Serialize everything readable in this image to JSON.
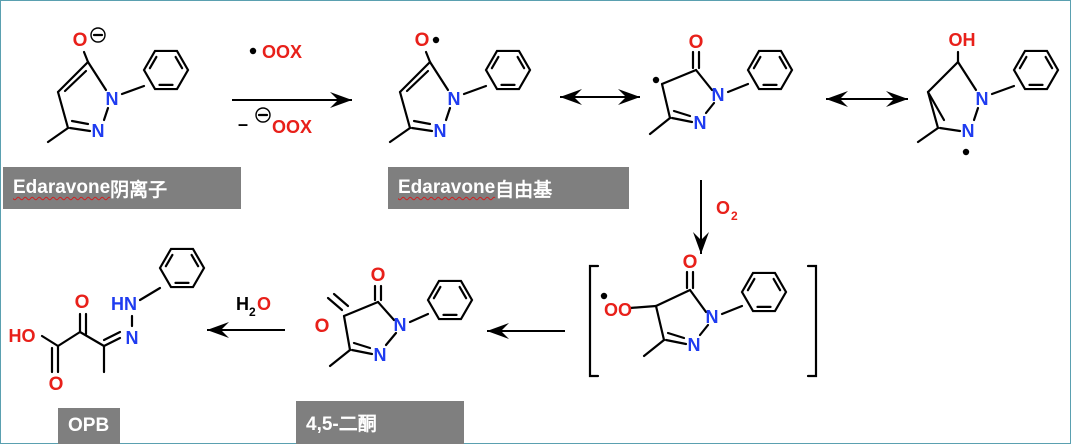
{
  "labels": {
    "anion": {
      "name": "Edaravone",
      "suffix": " 阴离子"
    },
    "radical": {
      "name": "Edaravone",
      "suffix": " 自由基"
    },
    "diketone": "4,5-二酮",
    "opb": "OPB"
  },
  "reagents": {
    "top": "OOX",
    "bottom_prefix": "–",
    "bottom": "OOX",
    "o2": "O",
    "o2_sub": "2",
    "h2o_h": "H",
    "h2o_sub": "2",
    "h2o_o": "O"
  },
  "atoms": {
    "O": "O",
    "N": "N",
    "OH": "OH",
    "HO": "HO",
    "HN": "HN",
    "OO": "OO"
  },
  "colors": {
    "oxygen": "#e8201a",
    "nitrogen": "#1f3cf0",
    "label_bg": "#7f7f7f"
  }
}
